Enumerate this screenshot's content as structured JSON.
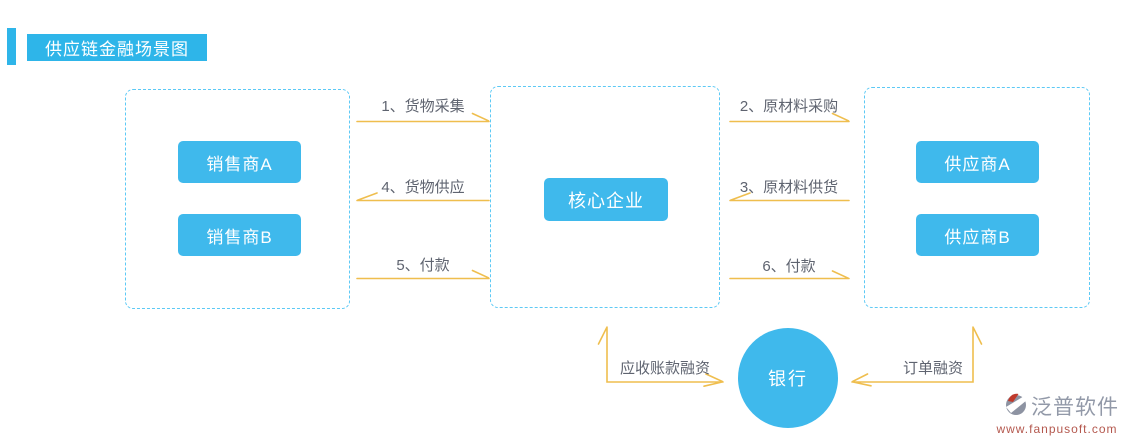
{
  "title": {
    "text": "供应链金融场景图"
  },
  "groups": {
    "sellers": {
      "nodes": [
        {
          "label": "销售商A"
        },
        {
          "label": "销售商B"
        }
      ]
    },
    "core": {
      "nodes": [
        {
          "label": "核心企业"
        }
      ]
    },
    "suppliers": {
      "nodes": [
        {
          "label": "供应商A"
        },
        {
          "label": "供应商B"
        }
      ]
    }
  },
  "flows": [
    {
      "label": "1、货物采集",
      "direction": "right"
    },
    {
      "label": "2、原材料采购",
      "direction": "right"
    },
    {
      "label": "3、原材料供货",
      "direction": "left"
    },
    {
      "label": "4、货物供应",
      "direction": "left"
    },
    {
      "label": "5、付款",
      "direction": "right"
    },
    {
      "label": "6、付款",
      "direction": "right"
    }
  ],
  "bank": {
    "label": "银行",
    "left_financing": "应收账款融资",
    "right_financing": "订单融资"
  },
  "logo": {
    "name": "泛普软件",
    "url": "www.fanpusoft.com"
  },
  "colors": {
    "title_blue": "#2eb5e9",
    "node_blue": "#3fb9ec",
    "dashed_border_blue": "#5cc9f5",
    "arrow_yellow": "#efbe4e",
    "label_grey": "#5f6470",
    "logo_grey": "#9299a8",
    "logo_red": "#b4584e"
  }
}
